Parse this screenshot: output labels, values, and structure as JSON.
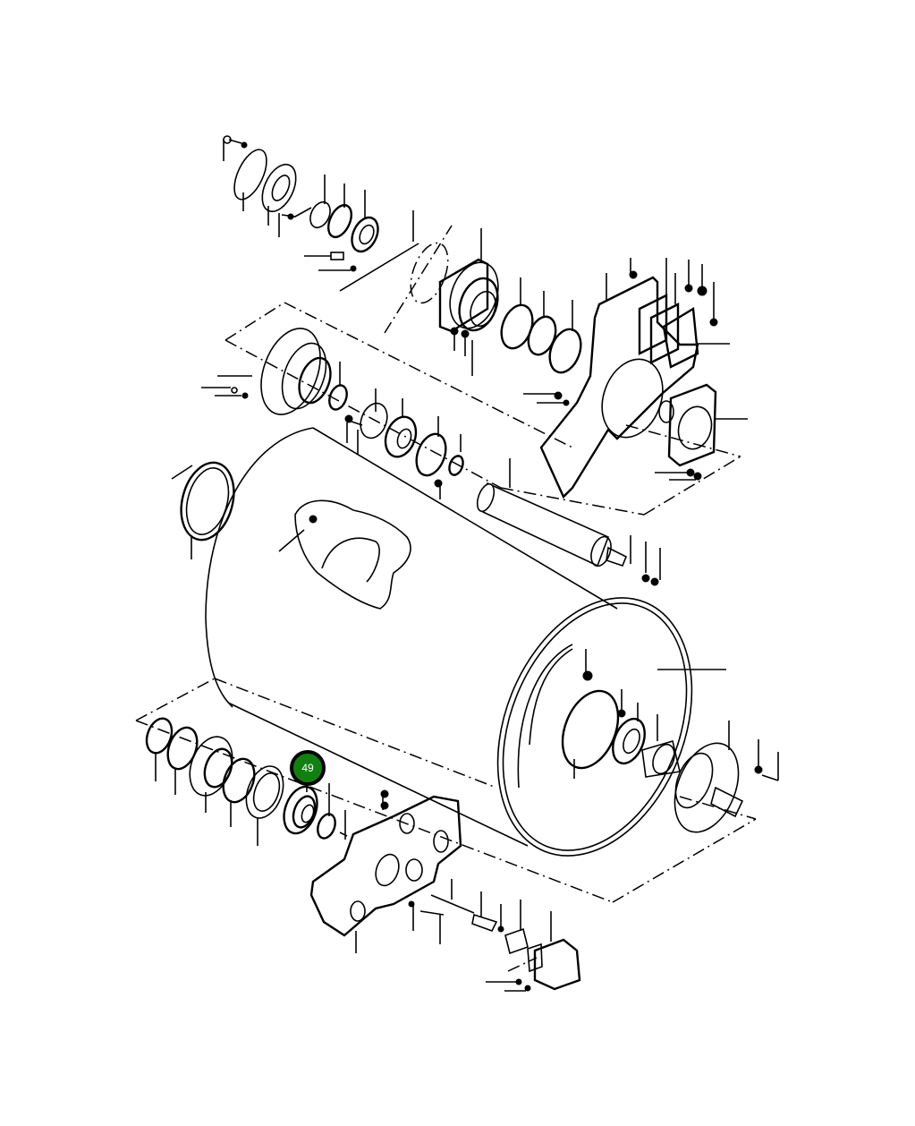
{
  "diagram": {
    "type": "exploded-parts-diagram",
    "subject": "drum assembly",
    "line_color": "#000000",
    "background": "#ffffff"
  },
  "callouts": [
    {
      "label": "49",
      "fill": "#118011",
      "border": "#000000",
      "text_color": "#ffffff"
    }
  ]
}
